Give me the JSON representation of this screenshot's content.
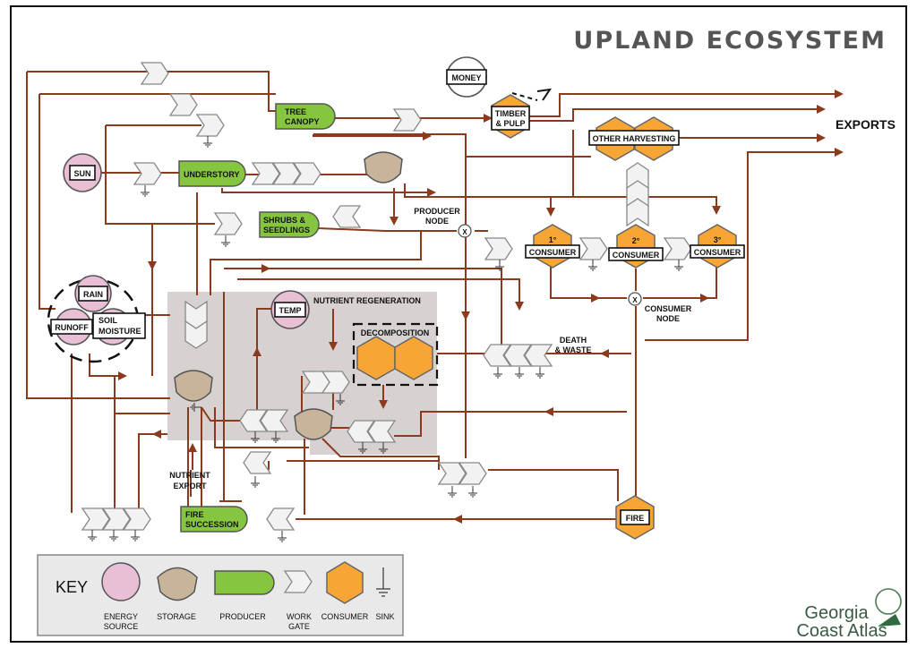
{
  "title": "UPLAND ECOSYSTEM",
  "nodes": {
    "sun": "SUN",
    "rain": "RAIN",
    "runoff": "RUNOFF",
    "soil_moisture_1": "SOIL",
    "soil_moisture_2": "MOISTURE",
    "temp": "TEMP",
    "money": "MONEY",
    "tree_canopy_1": "TREE",
    "tree_canopy_2": "CANOPY",
    "understory": "UNDERSTORY",
    "shrubs_1": "SHRUBS &",
    "shrubs_2": "SEEDLINGS",
    "fire_succession_1": "FIRE",
    "fire_succession_2": "SUCCESSION",
    "timber_1": "TIMBER",
    "timber_2": "& PULP",
    "other_harvesting": "OTHER HARVESTING",
    "c1_rank": "1°",
    "c2_rank": "2°",
    "c3_rank": "3°",
    "consumer": "CONSUMER",
    "decomposition": "DECOMPOSITION",
    "fire": "FIRE",
    "junction": "X"
  },
  "labels": {
    "producer_node_1": "PRODUCER",
    "producer_node_2": "NODE",
    "consumer_node_1": "CONSUMER",
    "consumer_node_2": "NODE",
    "death_waste_1": "DEATH",
    "death_waste_2": "& WASTE",
    "nutrient_regeneration": "NUTRIENT REGENERATION",
    "nutrient_export_1": "NUTRIENT",
    "nutrient_export_2": "EXPORT",
    "exports": "EXPORTS"
  },
  "key": {
    "title": "KEY",
    "energy_1": "ENERGY",
    "energy_2": "SOURCE",
    "storage": "STORAGE",
    "producer": "PRODUCER",
    "work_1": "WORK",
    "work_2": "GATE",
    "consumer": "CONSUMER",
    "sink": "SINK"
  },
  "logo": {
    "line1": "Georgia",
    "line2": "Coast Atlas"
  },
  "colors": {
    "flow": "#8b3a1e",
    "energy_source": "#e9bfd6",
    "storage": "#c8b49a",
    "producer": "#86c540",
    "consumer": "#f7a535",
    "work_gate": "#f2f2f2",
    "region_shade": "#d7d2d1"
  }
}
